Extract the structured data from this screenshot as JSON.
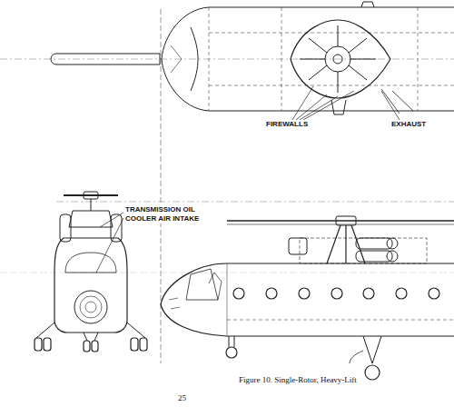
{
  "diagram": {
    "caption": "Figure 10. Single-Rotor, Heavy-Lift",
    "labels": [
      "FIREWALLS",
      "EXHAUST",
      "TRANSMISSION OIL COOLER AIR INTAKE",
      "25"
    ]
  }
}
